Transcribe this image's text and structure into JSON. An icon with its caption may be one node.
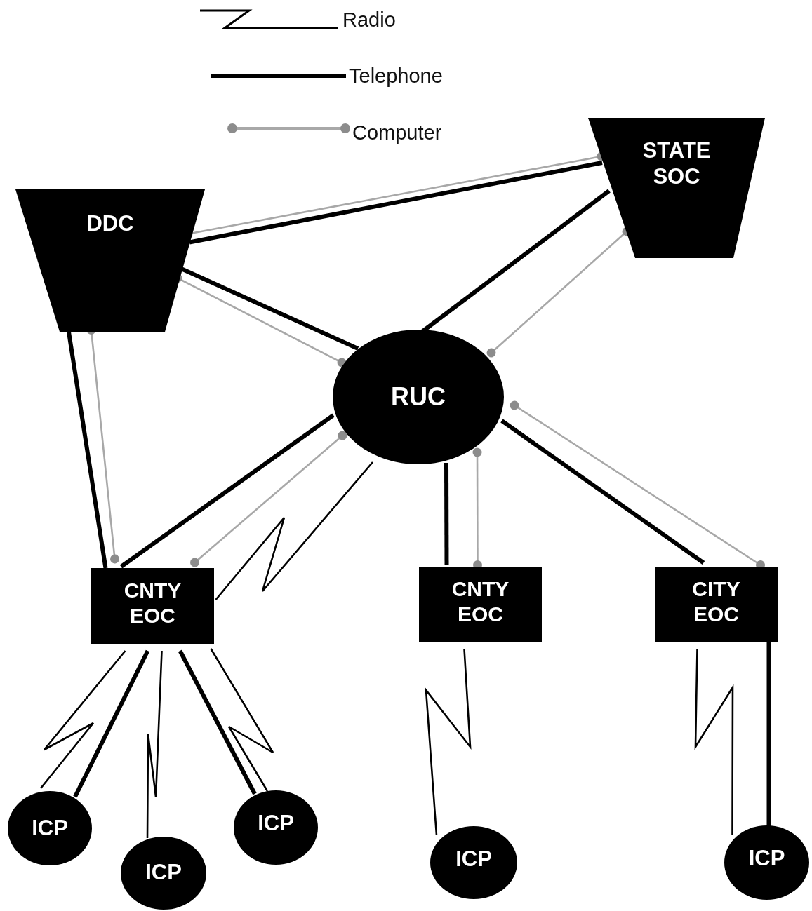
{
  "diagram": {
    "nodes": [
      {
        "text": [
          "STATE SOC"
        ]
      },
      {
        "text": [
          "DDC"
        ]
      },
      {
        "text": [
          "RUC"
        ]
      },
      {
        "text": [
          "CNTY EOC"
        ]
      },
      {
        "text": [
          "CNTY EOC"
        ]
      },
      {
        "text": [
          "CITY EOC"
        ]
      },
      {
        "text": [
          "ICP"
        ]
      },
      {
        "text": [
          "ICP"
        ]
      },
      {
        "text": [
          "ICP"
        ]
      },
      {
        "text": [
          "ICP"
        ]
      },
      {
        "text": [
          "ICP"
        ]
      }
    ],
    "edges": [
      {
        "from": 1,
        "to": 0,
        "arrow": "none",
        "style": "thick"
      },
      {
        "from": 1,
        "to": 0,
        "arrow": "other",
        "color": "#a8a8a8"
      },
      {
        "from": 0,
        "to": 2,
        "arrow": "none",
        "style": "thick"
      },
      {
        "from": 0,
        "to": 2,
        "arrow": "other",
        "color": "#a8a8a8"
      },
      {
        "from": 1,
        "to": 2,
        "arrow": "none",
        "style": "thick"
      },
      {
        "from": 1,
        "to": 2,
        "arrow": "other",
        "color": "#a8a8a8"
      },
      {
        "from": 1,
        "to": 3,
        "arrow": "none",
        "style": "thick"
      },
      {
        "from": 1,
        "to": 3,
        "arrow": "other",
        "color": "#a8a8a8"
      },
      {
        "from": 2,
        "to": 3,
        "arrow": "none",
        "style": "thick"
      },
      {
        "from": 2,
        "to": 3,
        "arrow": "other",
        "color": "#a8a8a8"
      },
      {
        "from": 2,
        "to": 3,
        "arrow": "none"
      },
      {
        "from": 2,
        "to": 4,
        "arrow": "none",
        "style": "thick"
      },
      {
        "from": 2,
        "to": 4,
        "arrow": "other",
        "color": "#a8a8a8"
      },
      {
        "from": 2,
        "to": 5,
        "arrow": "none",
        "style": "thick"
      },
      {
        "from": 2,
        "to": 5,
        "arrow": "other",
        "color": "#a8a8a8"
      },
      {
        "from": 3,
        "to": 6,
        "arrow": "none"
      },
      {
        "from": 3,
        "to": 6,
        "arrow": "none",
        "style": "thick"
      },
      {
        "from": 3,
        "to": 7,
        "arrow": "none"
      },
      {
        "from": 3,
        "to": 8,
        "arrow": "none",
        "style": "thick"
      },
      {
        "from": 3,
        "to": 8,
        "arrow": "none"
      },
      {
        "from": 4,
        "to": 9,
        "arrow": "none"
      },
      {
        "from": 5,
        "to": 10,
        "arrow": "none"
      },
      {
        "from": 5,
        "to": 10,
        "arrow": "none",
        "style": "thick"
      }
    ],
    "legend": [
      {
        "text": "Radio"
      },
      {
        "text": "Telephone"
      },
      {
        "text": "Computer"
      }
    ]
  }
}
